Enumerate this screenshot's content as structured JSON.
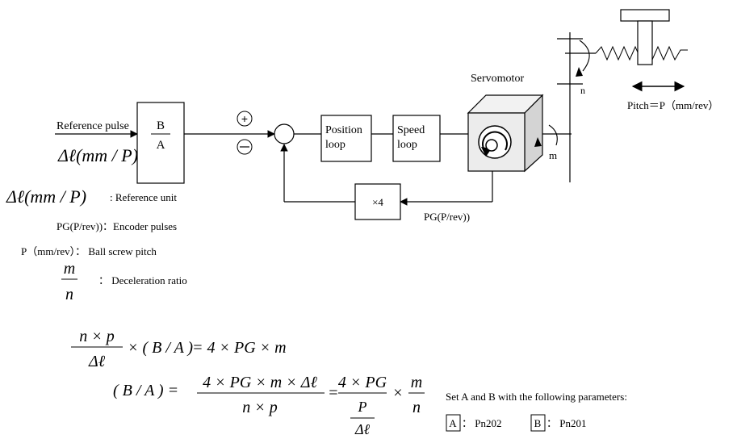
{
  "diagram": {
    "input_label": "Reference pulse",
    "input_unit_math": "Δℓ(mm / P)",
    "electronic_gear": {
      "numerator": "B",
      "denominator": "A"
    },
    "summing_plus": "+",
    "position_loop": [
      "Position",
      "loop"
    ],
    "speed_loop": [
      "Speed",
      "loop"
    ],
    "servomotor_label": "Servomotor",
    "feedback_multiplier": "×4",
    "feedback_label": "PG(P/rev))",
    "gear_n": "n",
    "gear_m": "m",
    "pitch_label": "Pitch＝P（mm/rev）"
  },
  "legend": {
    "ref_unit_math": "Δℓ(mm / P)",
    "ref_unit_desc": ": Reference unit",
    "encoder_pulses": "PG(P/rev))：Encoder pulses",
    "ball_screw": "P（mm/rev）： Ball screw pitch",
    "decel_num": "m",
    "decel_den": "n",
    "decel_desc": "： Deceleration ratio"
  },
  "equations": {
    "eq1_left_num": "n × p",
    "eq1_left_den": "Δℓ",
    "eq1_mid": "× ( B / A )",
    "eq1_right": "= 4 × PG × m",
    "eq2_left": "( B / A ) =",
    "eq2_frac_num": "4 × PG × m × Δℓ",
    "eq2_frac_den": "n × p",
    "eq2_eq": "=",
    "eq2_frac2_num": "4 × PG",
    "eq2_frac2_den_num": "P",
    "eq2_frac2_den_den": "Δℓ",
    "eq2_times": "×",
    "eq2_frac3_num": "m",
    "eq2_frac3_den": "n"
  },
  "parameters": {
    "intro": "Set A and B with the following parameters:",
    "a_box": "A",
    "a_value": "： Pn202",
    "b_box": "B",
    "b_value": "： Pn201"
  }
}
